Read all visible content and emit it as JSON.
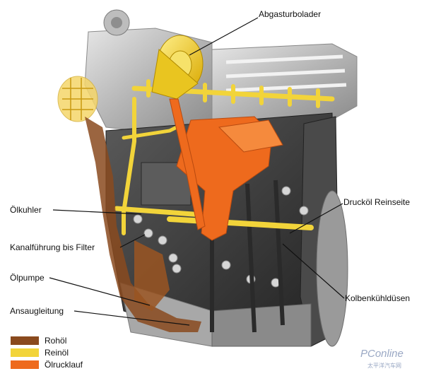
{
  "labels": {
    "abgasturbolader": "Abgasturbolader",
    "oelkuhler": "Ölkuhler",
    "kanalfuehrung": "Kanalführung bis Filter",
    "oelpumpe": "Ölpumpe",
    "ansaugleitung": "Ansaugleitung",
    "druckoel": "Drucköl Reinseite",
    "kolbenkuehlduesen": "Kolbenkühldüsen"
  },
  "legend": [
    {
      "label": "Rohöl",
      "color": "#8a4a1e"
    },
    {
      "label": "Reinöl",
      "color": "#f2d43a"
    },
    {
      "label": "Ölrucklauf",
      "color": "#ee6a1d"
    }
  ],
  "watermark": {
    "line1": "PConline",
    "line2": "太平洋汽车网"
  },
  "colors": {
    "rohoel": "#8a4a1e",
    "reinoel": "#f2d43a",
    "oelruecklauf": "#ee6a1d",
    "engine_light": "#cfcfcf",
    "engine_mid": "#9c9c9c",
    "engine_dark": "#3a3a3a"
  }
}
